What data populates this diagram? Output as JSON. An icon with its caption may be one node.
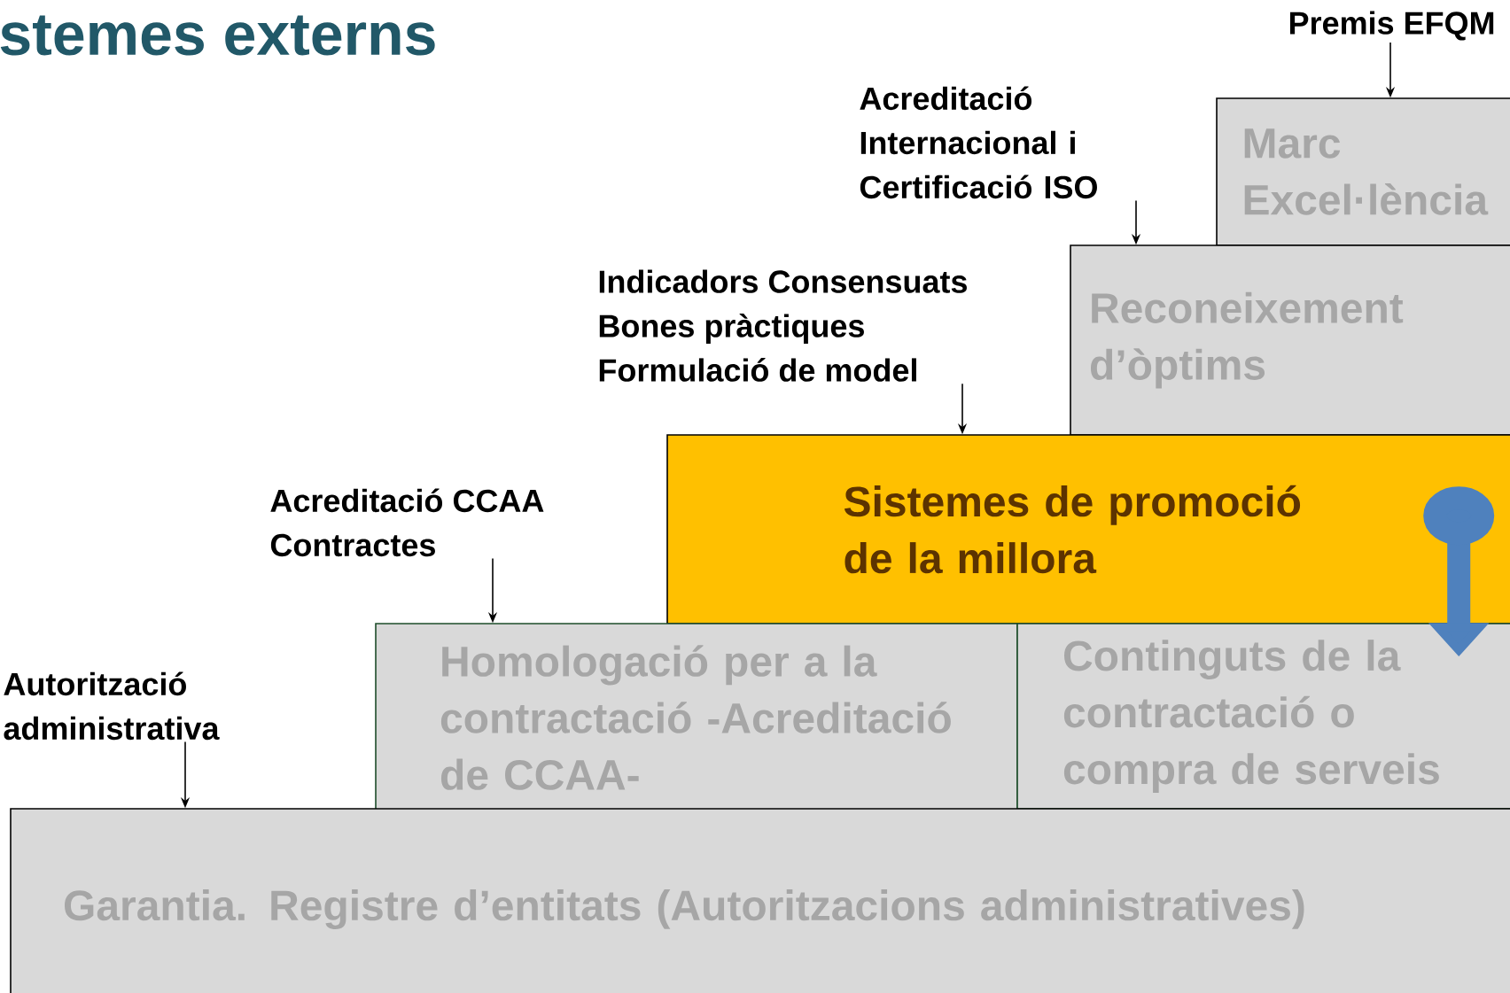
{
  "diagram": {
    "title": "stemes externs",
    "nodes": [
      {
        "text": [
          "Premis EFQM"
        ]
      },
      {
        "text": [
          "Marc Excel·lència"
        ]
      },
      {
        "text": [
          "Acreditació Internacional i Certificació ISO"
        ]
      },
      {
        "text": [
          "Reconeixement  d’òptims"
        ]
      },
      {
        "text": [
          "Indicadors Consensuats",
          "Bones pràctiques",
          "Formulació de model"
        ]
      },
      {
        "text": [
          "Sistemes de promoció de la millora"
        ]
      },
      {
        "text": [
          "Acreditació CCAA",
          "Contractes"
        ]
      },
      {
        "text": [
          "Homologació per a la contractació -Acreditació de CCAA-"
        ]
      },
      {
        "text": [
          "Continguts de la contractació o compra de serveis"
        ]
      },
      {
        "text": [
          "Autorització administrativa"
        ]
      },
      {
        "text": [
          "Garantia. Registre d’entitats (Autoritzacions administratives)"
        ]
      }
    ],
    "edges": [
      {
        "from": 0,
        "to": 1,
        "arrow": "to"
      },
      {
        "from": 2,
        "to": 3,
        "arrow": "to"
      },
      {
        "from": 4,
        "to": 5,
        "arrow": "to"
      },
      {
        "from": 6,
        "to": 7,
        "arrow": "to"
      },
      {
        "from": 9,
        "to": 10,
        "arrow": "to"
      },
      {
        "from": 5,
        "to": 8,
        "arrow": "to",
        "style": "thick",
        "color": "#4f81bd"
      }
    ]
  }
}
